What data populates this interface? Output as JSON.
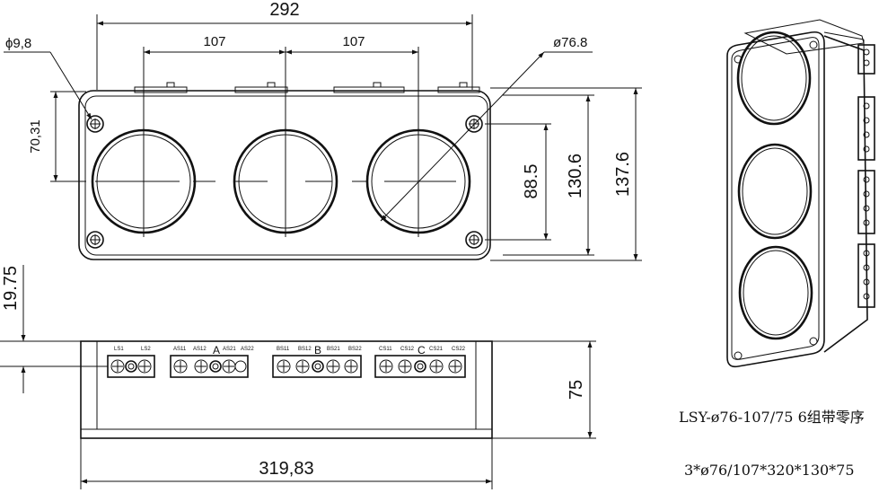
{
  "top_view": {
    "overall_width": "292",
    "spacing_left": "107",
    "spacing_right": "107",
    "mount_hole": "ϕ9,8",
    "aperture_diameter": "ø76.8",
    "hole_offset": "70,31",
    "hole_spacing_vertical": "88.5",
    "inner_height": "130.6",
    "outer_height": "137.6"
  },
  "front_view": {
    "terminal_height": "19.75",
    "body_height": "75",
    "overall_length": "319,83",
    "groups": [
      {
        "letter": "",
        "labels": [
          "LS1",
          "LS2"
        ]
      },
      {
        "letter": "A",
        "labels": [
          "AS11",
          "AS12",
          "AS21",
          "AS22"
        ]
      },
      {
        "letter": "B",
        "labels": [
          "BS11",
          "BS12",
          "BS21",
          "BS22"
        ]
      },
      {
        "letter": "C",
        "labels": [
          "CS11",
          "CS12",
          "CS21",
          "CS22"
        ]
      }
    ]
  },
  "caption": {
    "model": "LSY-ø76-107/75 6组带零序",
    "spec": "3*ø76/107*320*130*75"
  }
}
